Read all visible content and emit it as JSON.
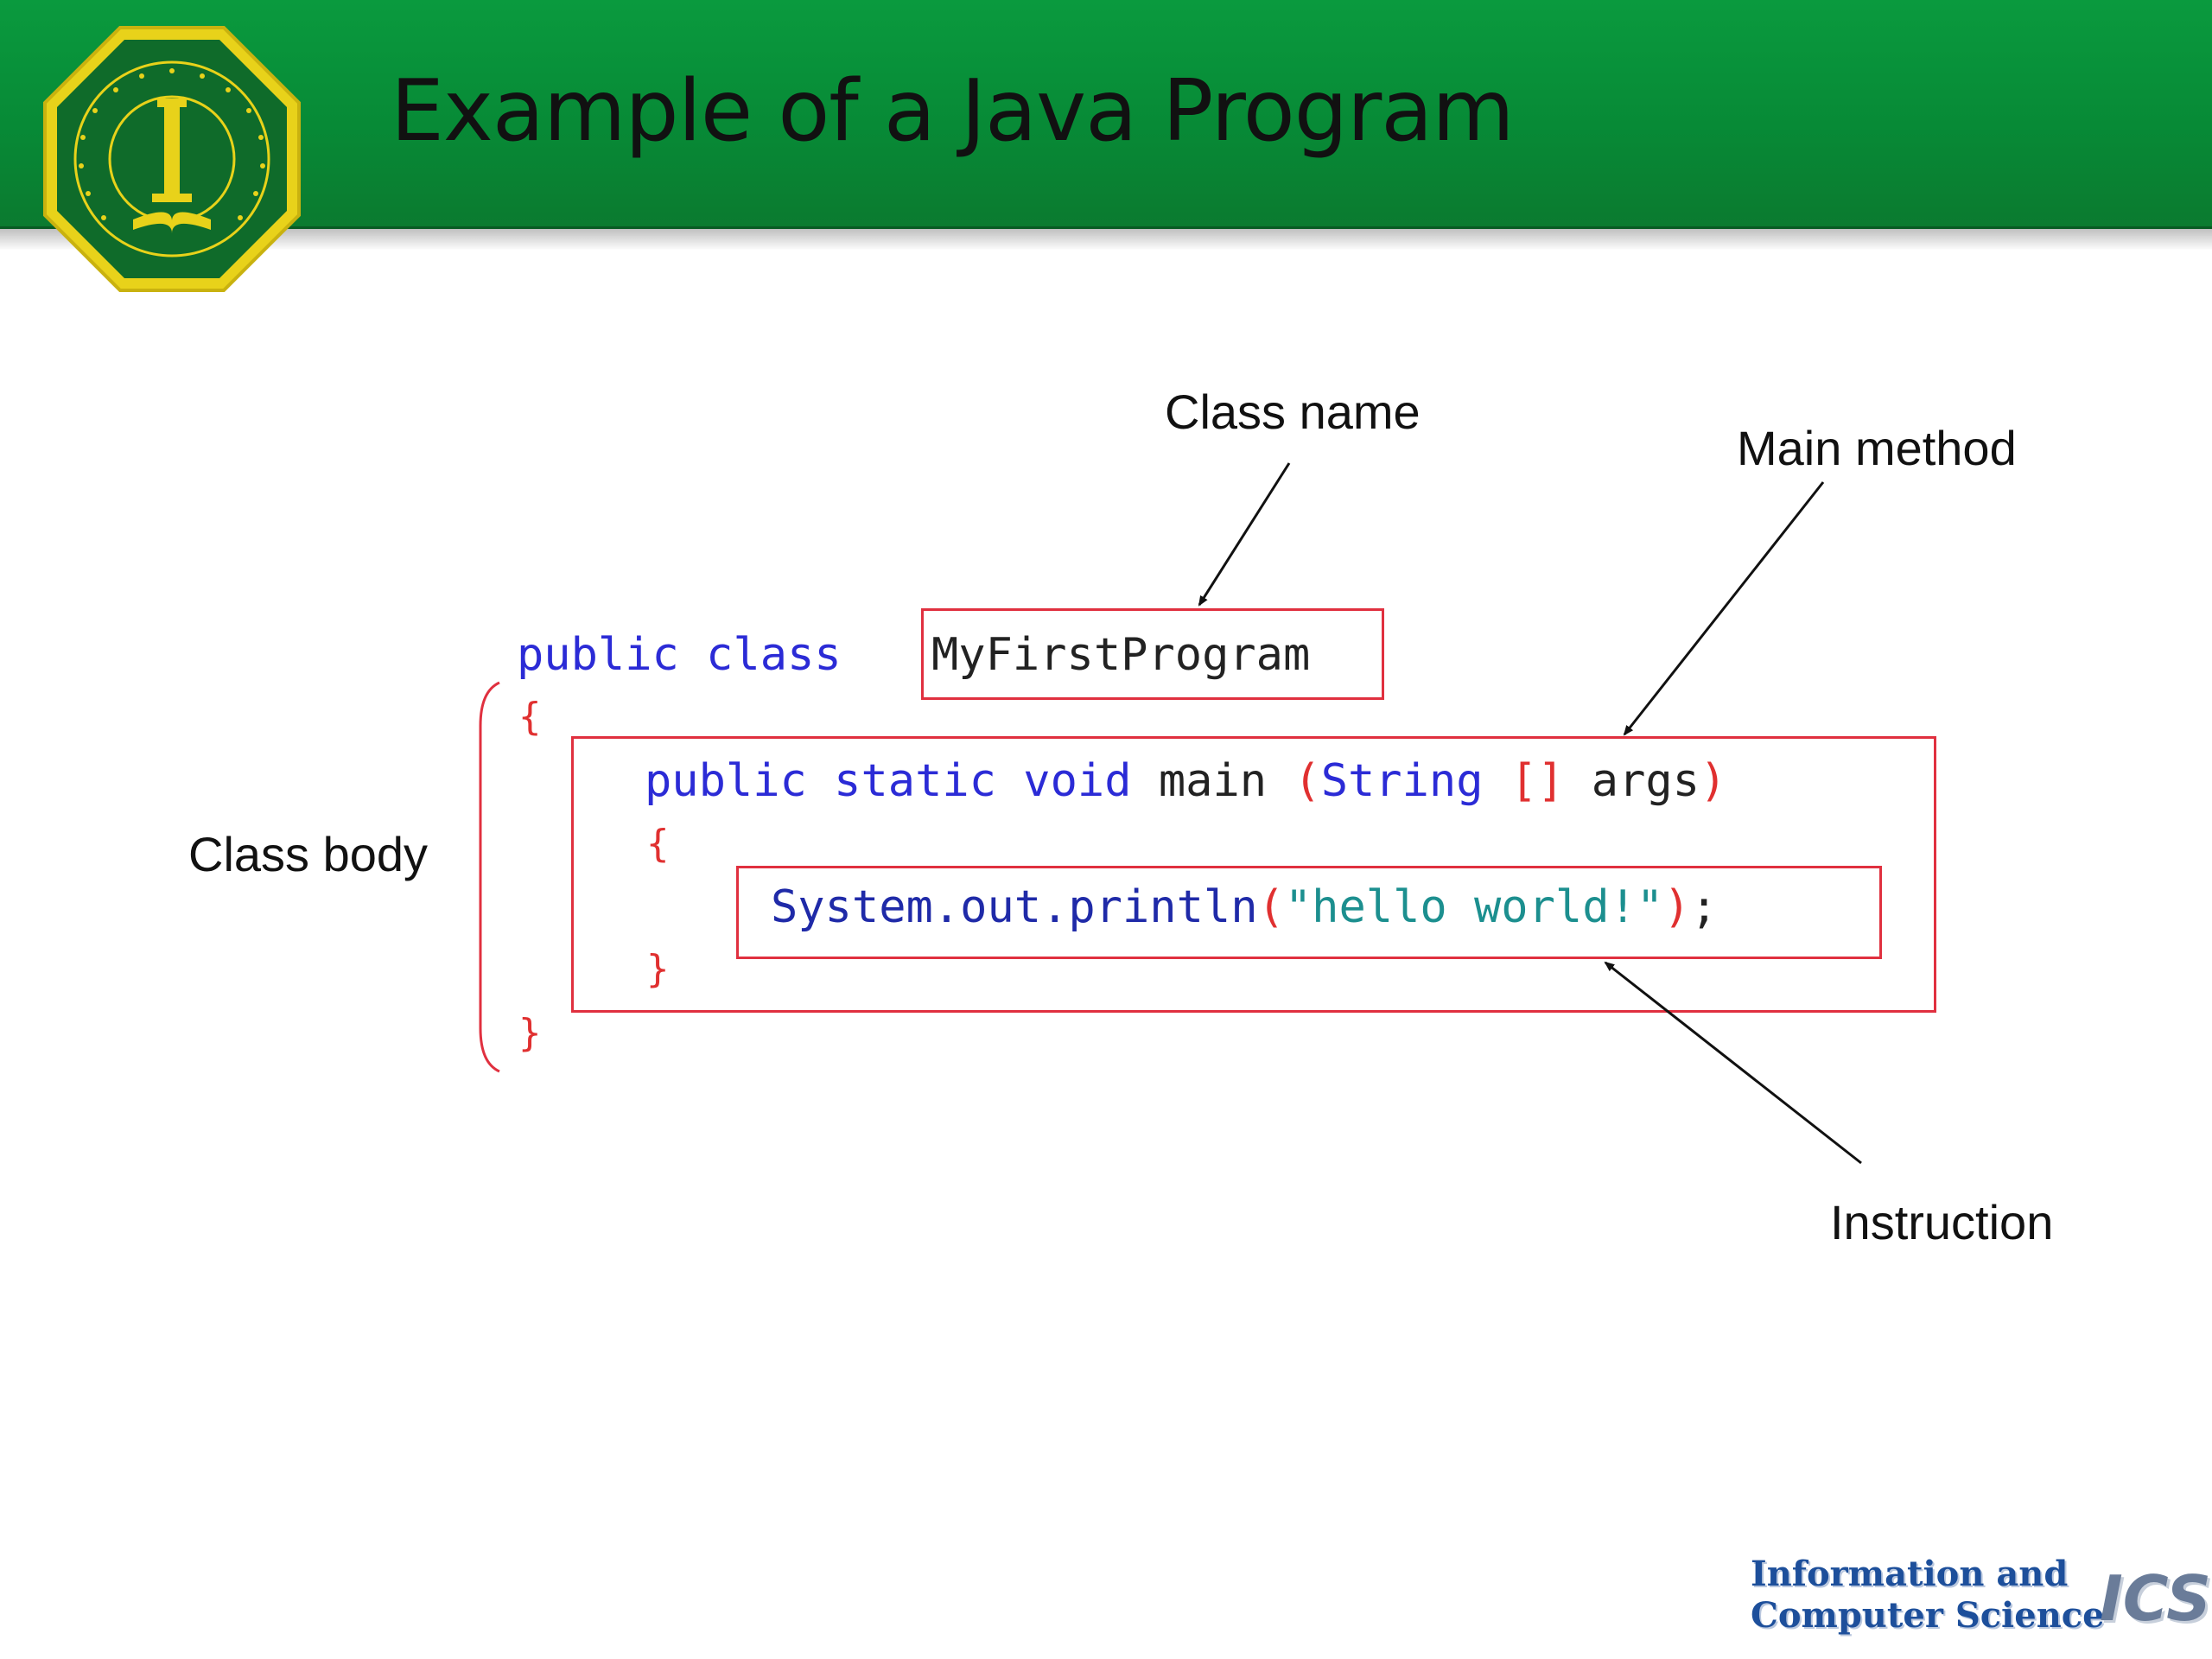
{
  "header": {
    "title": "Example of a Java Program",
    "band_color": "#078a36"
  },
  "code": {
    "line1_kw": "public class ",
    "class_name": "MyFirstProgram",
    "open_brace_outer": "{",
    "line3_kw": "public static void ",
    "line3_main": "main ",
    "line3_paren_open": "(",
    "line3_string": "String ",
    "line3_brackets": "[]",
    "line3_args": " args",
    "line3_paren_close": ")",
    "open_brace_inner": "{",
    "line5_call": "System.out.println",
    "line5_paren_open": "(",
    "line5_string": "\"hello world!\"",
    "line5_paren_close": ")",
    "line5_semicolon": ";",
    "close_brace_inner": "}",
    "close_brace_outer": "}"
  },
  "labels": {
    "class_name": "Class name",
    "main_method": "Main method",
    "class_body": "Class body",
    "instruction": "Instruction"
  },
  "footer": {
    "line1": "Information and",
    "line2": "Computer Science",
    "abbrev": "ICS"
  },
  "colors": {
    "keyword": "#2b2bd6",
    "punctuation": "#e03030",
    "string": "#1c8f8f",
    "highlight_box": "#e0303f",
    "seal_green": "#0f6b2a",
    "seal_gold": "#e8d21a"
  }
}
